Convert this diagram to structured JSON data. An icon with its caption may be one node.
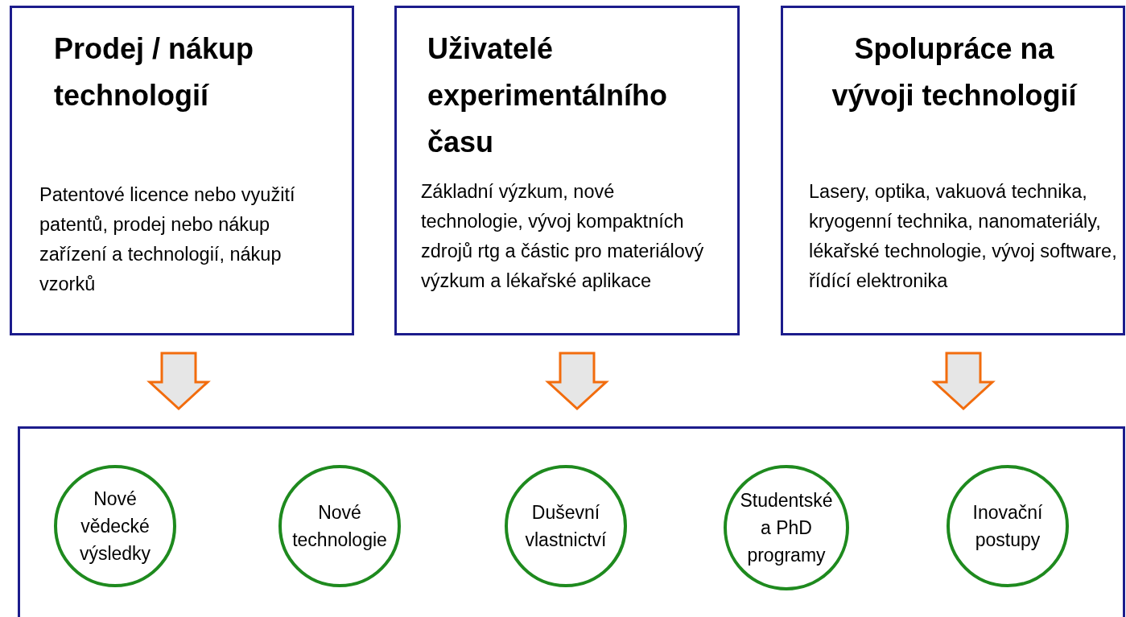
{
  "diagram": {
    "nodes": [
      {
        "text": [
          "Prodej / nákup technologií",
          "Patentové licence nebo využití patentů, prodej nebo nákup zařízení a technologií, nákup vzorků"
        ]
      },
      {
        "text": [
          "Uživatelé experimentálního času",
          "Základní výzkum, nové technologie,  vývoj kompaktních zdrojů rtg a částic pro materiálový výzkum a lékařské aplikace"
        ]
      },
      {
        "text": [
          "Spolupráce na vývoji technologií",
          "Lasery, optika, vakuová technika, kryogenní technika, nanomateriály, lékařské technologie,  vývoj software, řídící elektronika"
        ]
      },
      {
        "text": [],
        "shape": "box"
      },
      {
        "text": [
          "Nové vědecké výsledky"
        ],
        "in": 3
      },
      {
        "text": [
          "Nové technologie"
        ],
        "in": 3
      },
      {
        "text": [
          "Duševní vlastnictví"
        ],
        "in": 3
      },
      {
        "text": [
          "Studentské a PhD programy"
        ],
        "in": 3
      },
      {
        "text": [
          "Inovační postupy"
        ],
        "in": 3
      }
    ],
    "edges": [
      {
        "from": 0,
        "to": 3,
        "arrow": "to"
      },
      {
        "from": 1,
        "to": 3,
        "arrow": "to"
      },
      {
        "from": 2,
        "to": 3,
        "arrow": "to"
      }
    ]
  }
}
